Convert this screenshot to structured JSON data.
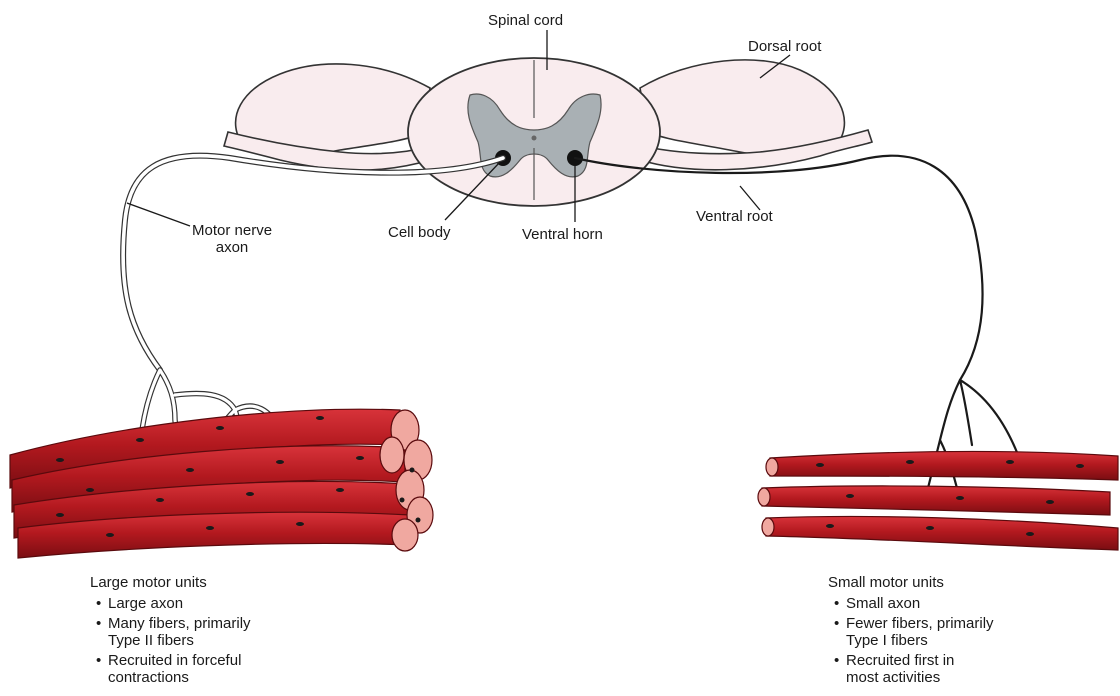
{
  "labels": {
    "spinal_cord": "Spinal cord",
    "dorsal_root": "Dorsal root",
    "motor_nerve_axon": "Motor nerve\naxon",
    "cell_body": "Cell body",
    "ventral_horn": "Ventral horn",
    "ventral_root": "Ventral root"
  },
  "large_units": {
    "title": "Large motor units",
    "bullets": [
      "Large axon",
      "Many fibers, primarily\nType II fibers",
      "Recruited in forceful\ncontractions"
    ]
  },
  "small_units": {
    "title": "Small motor units",
    "bullets": [
      "Small axon",
      "Fewer fibers, primarily\nType I fibers",
      "Recruited first in\nmost activities"
    ]
  },
  "colors": {
    "cord_fill": "#f9ecee",
    "gray_matter": "#a9b0b4",
    "muscle": "#b3191f",
    "muscle_dark": "#7a0d12",
    "muscle_end": "#f0a8a0",
    "outline": "#333333"
  }
}
